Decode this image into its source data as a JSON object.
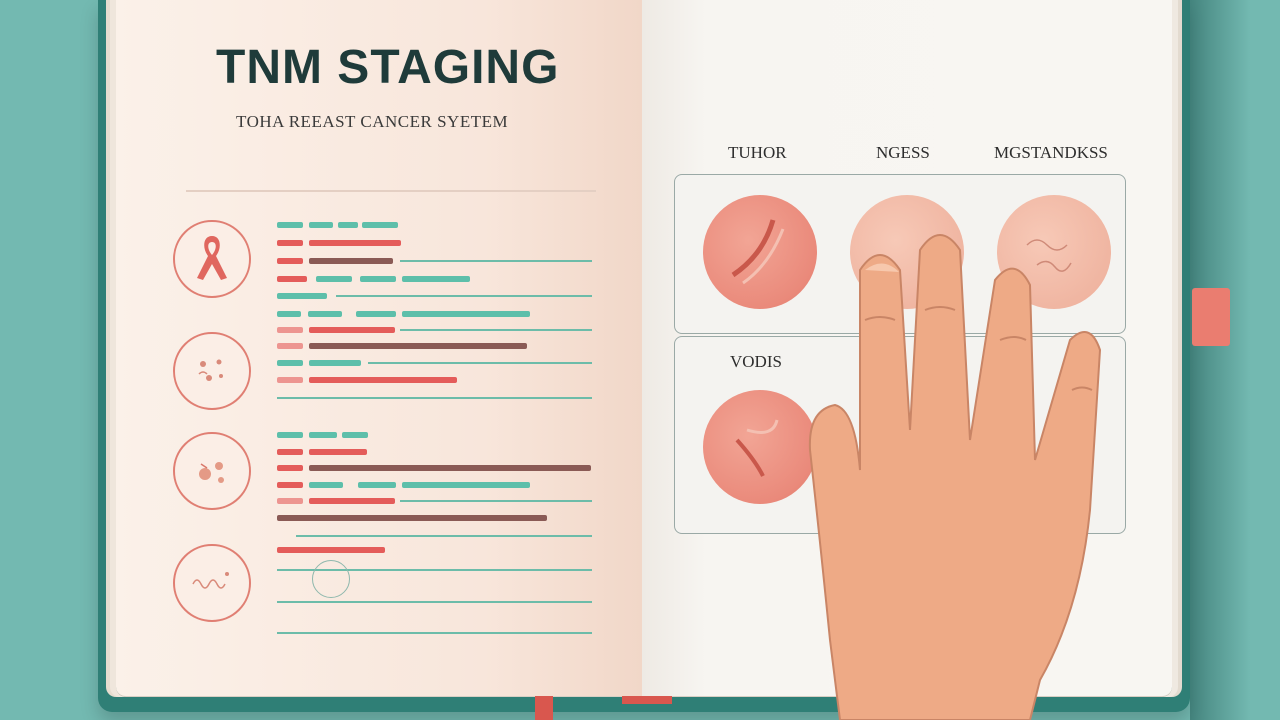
{
  "left_page": {
    "title": "TNM STAGING",
    "subtitle": "TOHA REEAST CANCER SYETEM",
    "icons": [
      "awareness-ribbon-icon",
      "cell-diagram-icon",
      "tissue-diagram-icon",
      "text-sample-icon"
    ]
  },
  "right_page": {
    "columns": [
      "TUHOR",
      "NGESS",
      "MGSTANDKSS"
    ],
    "second_panel_label": "VODIS"
  },
  "colors": {
    "cover": "#2f7f76",
    "background": "#73b9b1",
    "accent_red": "#e45c5a",
    "accent_teal": "#5dbfaa",
    "tissue": "#ea8a7b",
    "skin": "#eeaa86"
  }
}
